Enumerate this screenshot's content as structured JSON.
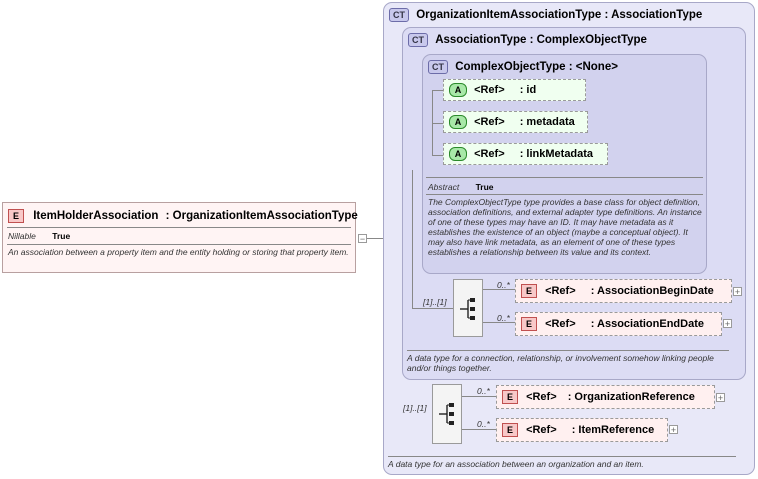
{
  "root_element": {
    "badge": "E",
    "name": "ItemHolderAssociation",
    "type": ": OrganizationItemAssociationType",
    "prop_label": "Nillable",
    "prop_value": "True",
    "description": "An association between a property item and the entity holding or storing that property item.",
    "collapse_symbol": "−"
  },
  "outer_type": {
    "badge": "CT",
    "name": "OrganizationItemAssociationType : AssociationType",
    "description": "A data type for an association between an organization and an item.",
    "sequence_multiplicity": "[1]..[1]",
    "elements": [
      {
        "badge": "E",
        "ref": "<Ref>",
        "name": ": OrganizationReference",
        "cardinality": "0..*"
      },
      {
        "badge": "E",
        "ref": "<Ref>",
        "name": ": ItemReference",
        "cardinality": "0..*"
      }
    ]
  },
  "middle_type": {
    "badge": "CT",
    "name": "AssociationType : ComplexObjectType",
    "description": "A data type for a connection, relationship, or involvement somehow linking people and/or things together.",
    "sequence_multiplicity": "[1]..[1]",
    "elements": [
      {
        "badge": "E",
        "ref": "<Ref>",
        "name": ": AssociationBeginDate",
        "cardinality": "0..*"
      },
      {
        "badge": "E",
        "ref": "<Ref>",
        "name": ": AssociationEndDate",
        "cardinality": "0..*"
      }
    ]
  },
  "inner_type": {
    "badge": "CT",
    "name": "ComplexObjectType : <None>",
    "attributes": [
      {
        "badge": "A",
        "ref": "<Ref>",
        "name": ": id"
      },
      {
        "badge": "A",
        "ref": "<Ref>",
        "name": ": metadata"
      },
      {
        "badge": "A",
        "ref": "<Ref>",
        "name": ": linkMetadata"
      }
    ],
    "prop_label": "Abstract",
    "prop_value": "True",
    "description": "The ComplexObjectType type provides a base class for object definition, association definitions, and external adapter type definitions. An instance of one of these types may have an ID. It may have metadata as it establishes the existence of an object (maybe a conceptual object). It may also have link metadata, as an element of one of these types establishes a relationship between its value and its context."
  },
  "expand_symbol": "+"
}
